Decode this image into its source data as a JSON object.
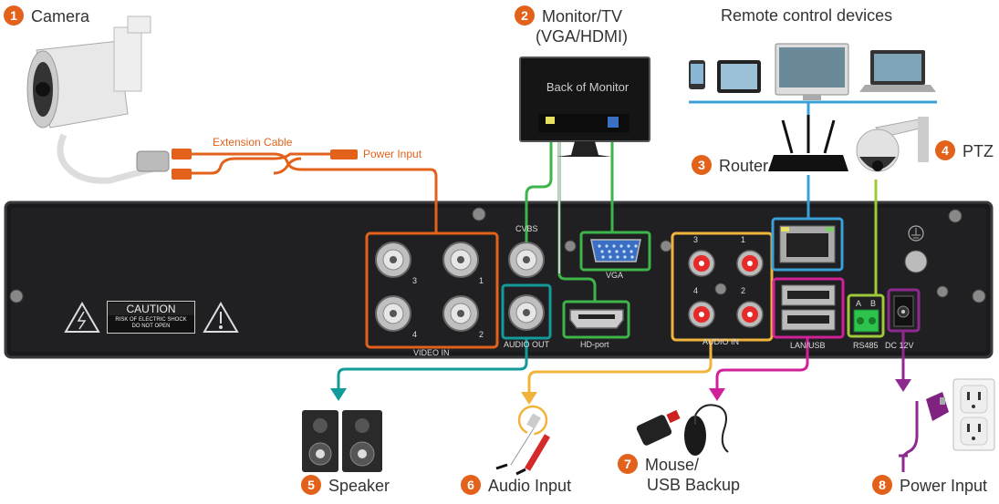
{
  "labels": {
    "camera": {
      "num": "1",
      "text": "Camera"
    },
    "monitor": {
      "num": "2",
      "text": "Monitor/TV",
      "sub": "(VGA/HDMI)"
    },
    "remote": {
      "text": "Remote control devices"
    },
    "router": {
      "num": "3",
      "text": "Router"
    },
    "ptz": {
      "num": "4",
      "text": "PTZ"
    },
    "speaker": {
      "num": "5",
      "text": "Speaker"
    },
    "audio_input": {
      "num": "6",
      "text": "Audio Input"
    },
    "mouse": {
      "num": "7",
      "text": "Mouse/",
      "sub": "USB Backup"
    },
    "power": {
      "num": "8",
      "text": "Power Input"
    },
    "extension_cable": "Extension Cable",
    "power_input_cable": "Power Input",
    "back_of_monitor": "Back of Monitor"
  },
  "panel": {
    "cvbs": "CVBS",
    "vga": "VGA",
    "video_in": "VIDEO IN",
    "audio_out": "AUDIO OUT",
    "hd_port": "HD-port",
    "audio_in": "AUDIO IN",
    "lan_usb": "LAN/USB",
    "rs485": "RS485",
    "dc12v": "DC 12V",
    "rs485_a": "A",
    "rs485_b": "B",
    "bnc_numbers": [
      "3",
      "1",
      "4",
      "2"
    ],
    "audio_numbers": [
      "3",
      "1",
      "4",
      "2"
    ],
    "caution_title": "CAUTION",
    "caution_line1": "RISK OF ELECTRIC SHOCK",
    "caution_line2": "DO NOT OPEN"
  },
  "colors": {
    "orange": "#e2621b",
    "green": "#3db54a",
    "teal": "#139a9a",
    "yellow": "#f0b43c",
    "magenta": "#d0209a",
    "purple": "#8e2a8f",
    "light_blue": "#3aa0d8",
    "lime": "#9fc83a"
  }
}
